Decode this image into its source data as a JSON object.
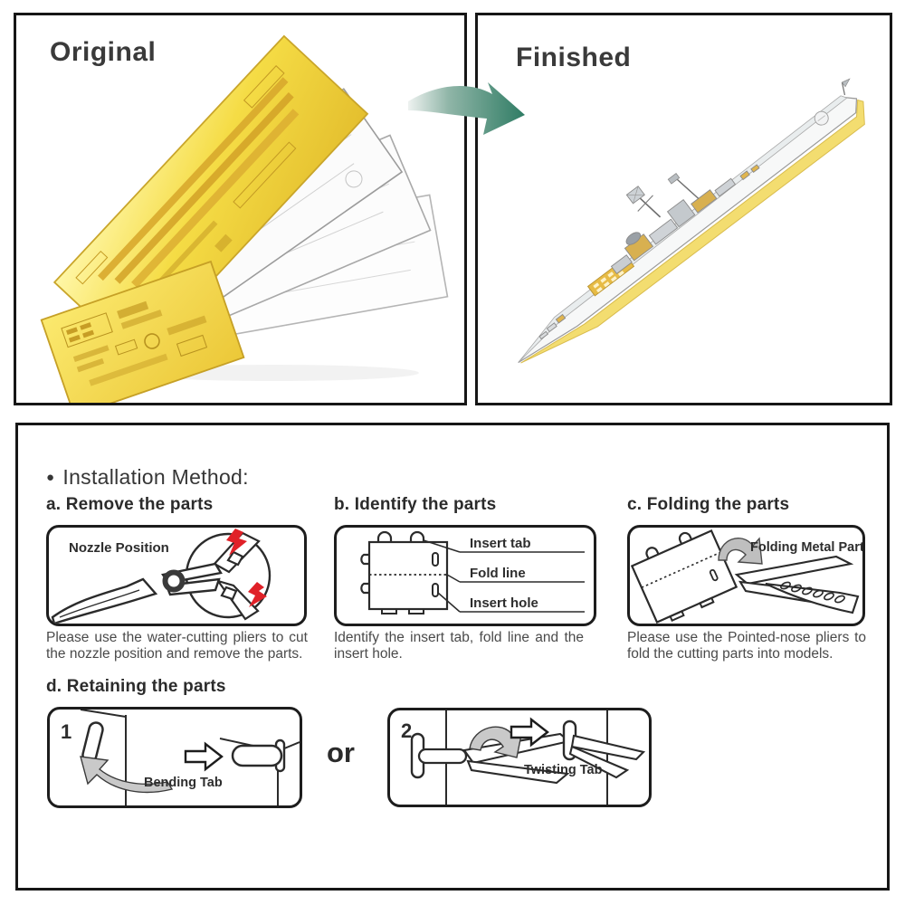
{
  "panels": {
    "original": {
      "title": "Original"
    },
    "finished": {
      "title": "Finished"
    }
  },
  "installation": {
    "heading_bullet": "●",
    "heading": "Installation Method:",
    "steps": {
      "a": {
        "title": "a. Remove the parts",
        "diagram_label": "Nozzle Position",
        "caption": "Please use the water-cutting pliers to cut the nozzle position and remove the parts."
      },
      "b": {
        "title": "b. Identify the parts",
        "labels": [
          "Insert tab",
          "Fold line",
          "Insert hole"
        ],
        "caption": "Identify the insert tab, fold line and the insert hole."
      },
      "c": {
        "title": "c. Folding the parts",
        "diagram_label": "Folding Metal Part",
        "caption": "Please use the Pointed-nose pliers to fold the cutting parts into models."
      },
      "d": {
        "title": "d. Retaining the parts",
        "option1": {
          "number": "1",
          "label": "Bending Tab"
        },
        "separator": "or",
        "option2": {
          "number": "2",
          "label": "Twisting Tab"
        }
      }
    }
  },
  "colors": {
    "arrow_green": "#2f7c64",
    "sheet_gold": "#f3d93b",
    "hull_yellow": "#f3dd70",
    "cut_mark_red": "#e02128",
    "outline_black": "#1d1d1d",
    "text_gray": "#4a4a4a"
  }
}
